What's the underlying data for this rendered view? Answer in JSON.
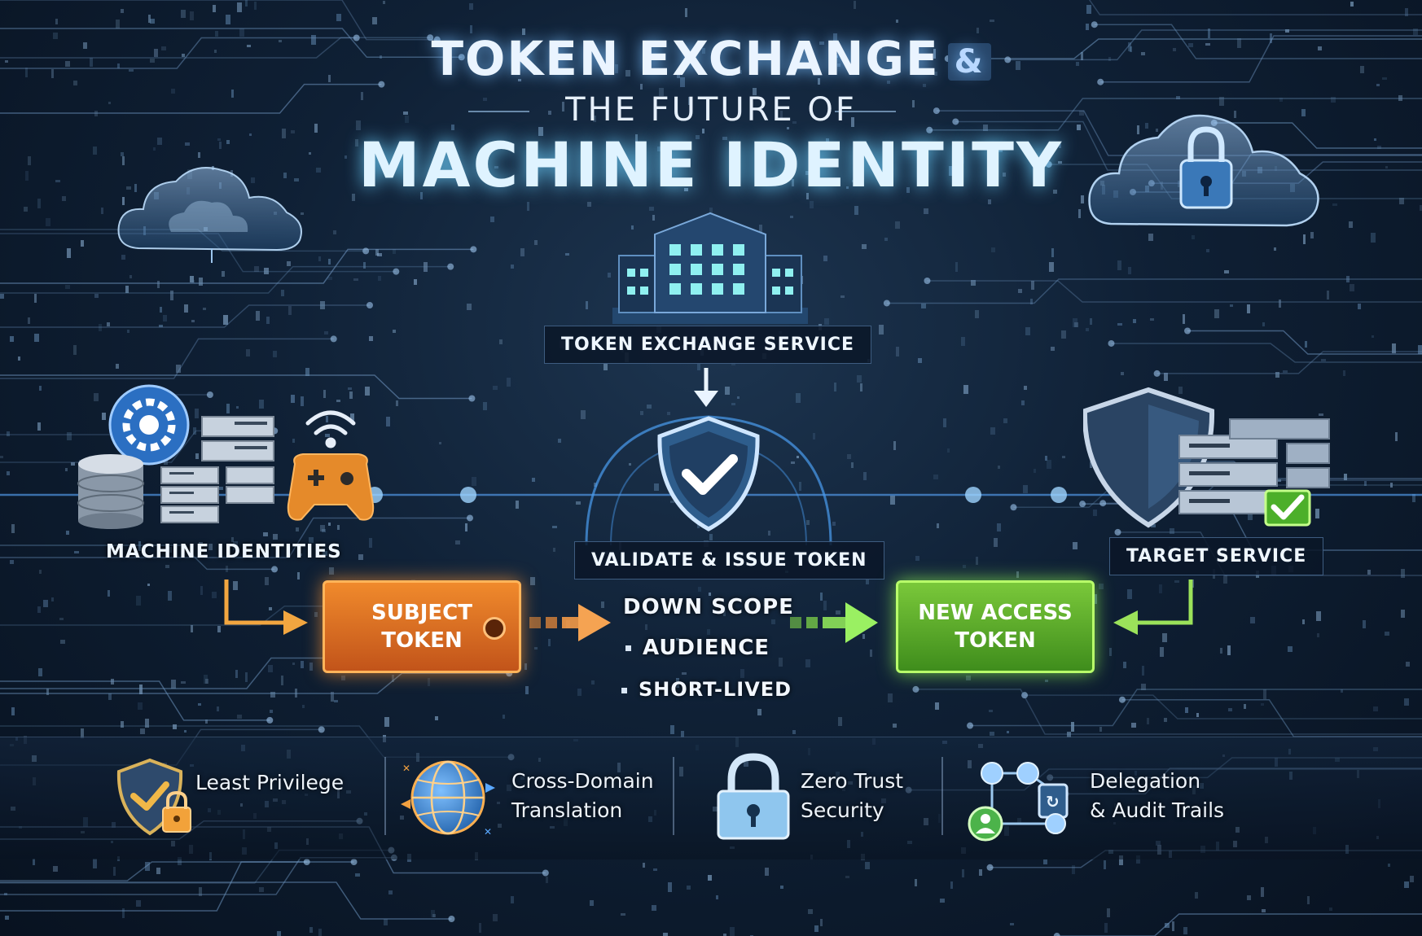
{
  "title": {
    "line1": "TOKEN EXCHANGE",
    "ampersand": "&",
    "line2": "THE FUTURE OF",
    "line3": "MACHINE IDENTITY"
  },
  "nodes": {
    "exchange_service": "TOKEN EXCHANGE SERVICE",
    "validate": "VALIDATE & ISSUE TOKEN",
    "machine_identities": "MACHINE IDENTITIES",
    "target_service": "TARGET SERVICE"
  },
  "tokens": {
    "subject": "SUBJECT TOKEN",
    "access": "NEW ACCESS TOKEN"
  },
  "scope": [
    "DOWN SCOPE",
    "AUDIENCE",
    "SHORT-LIVED"
  ],
  "features": [
    {
      "line1": "Least Privilege",
      "line2": ""
    },
    {
      "line1": "Cross-Domain",
      "line2": "Translation"
    },
    {
      "line1": "Zero Trust",
      "line2": "Security"
    },
    {
      "line1": "Delegation",
      "line2": "& Audit Trails"
    }
  ],
  "colors": {
    "subject_token": "#e0702a",
    "access_token": "#5aab2c",
    "accent_blue": "#5aa8ff",
    "background": "#0b1626"
  },
  "icons": [
    "cloud-icon",
    "cloud-lock-icon",
    "building-icon",
    "shield-check-icon",
    "gear-icon",
    "server-icon",
    "database-icon",
    "wifi-icon",
    "gamepad-icon",
    "target-shield-icon",
    "shield-lock-icon",
    "globe-icon",
    "padlock-icon",
    "network-icon"
  ]
}
